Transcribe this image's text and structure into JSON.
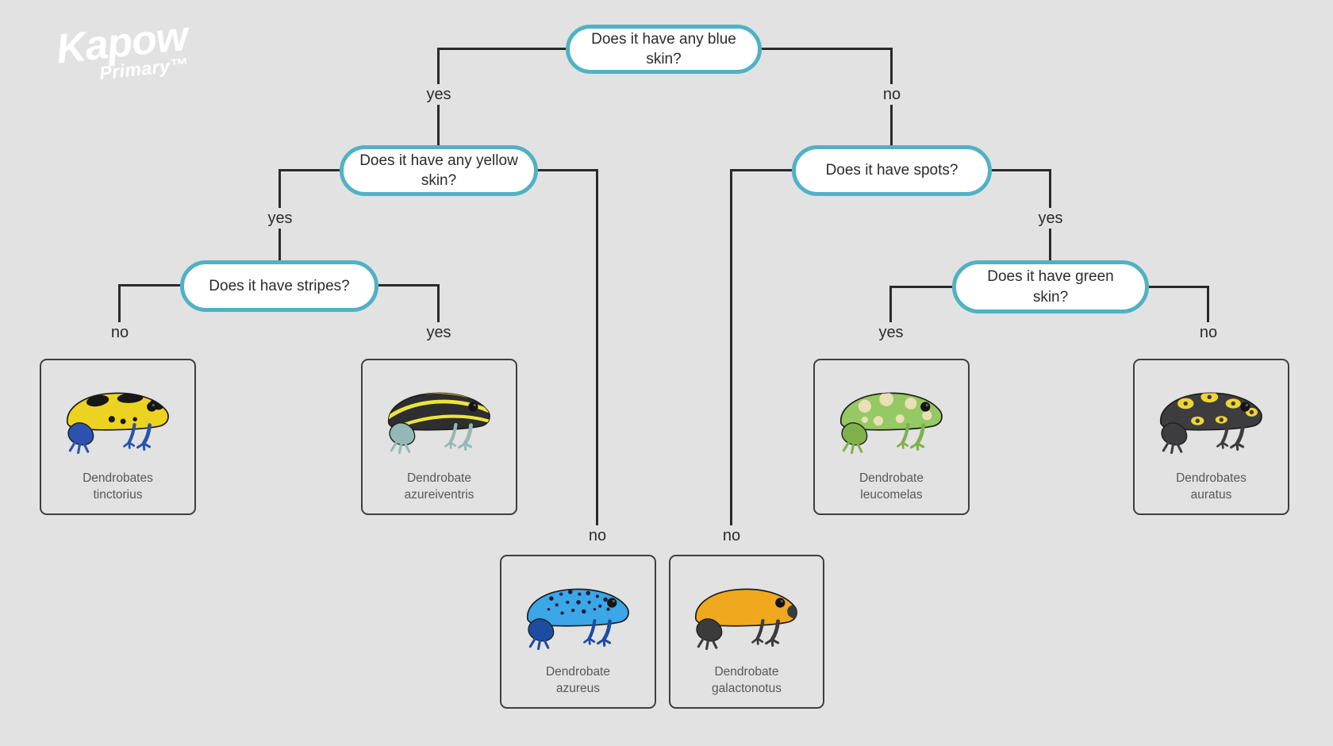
{
  "logo": {
    "brand": "Kapow",
    "sub": "Primary™"
  },
  "palette": {
    "background": "#e2e2e2",
    "node_border": "#4fb2c4",
    "node_fill": "#ffffff",
    "line": "#2a2a2a",
    "node_text": "#2b2b2b",
    "card_border": "#3f3f3f",
    "card_text": "#575757",
    "logo_text": "#ffffff"
  },
  "labels": {
    "yes": "yes",
    "no": "no"
  },
  "nodes": {
    "blue_skin": {
      "question": "Does it have any blue skin?"
    },
    "yellow_skin": {
      "question": "Does it have any yellow skin?"
    },
    "spots": {
      "question": "Does it have spots?"
    },
    "stripes": {
      "question": "Does it have stripes?"
    },
    "green_skin": {
      "question": "Does it have green skin?"
    }
  },
  "leaves": {
    "tinctorius": {
      "genus": "Dendrobates",
      "species": "tinctorius",
      "frog": {
        "body": "#edd321",
        "legs": "#2a52ae",
        "pattern": "blotches",
        "pattern_color": "#17171a"
      }
    },
    "azureiventris": {
      "genus": "Dendrobate",
      "species": "azureiventris",
      "frog": {
        "body": "#2e2e30",
        "legs": "#95b8b7",
        "pattern": "stripes",
        "pattern_color": "#ece43c"
      }
    },
    "azureus": {
      "genus": "Dendrobate",
      "species": "azureus",
      "frog": {
        "body": "#3ba6e8",
        "legs": "#1d4da0",
        "pattern": "spots",
        "pattern_color": "#0f1e35"
      }
    },
    "galactonotus": {
      "genus": "Dendrobate",
      "species": "galactonotus",
      "frog": {
        "body": "#f0a81f",
        "legs": "#3b3b3d",
        "pattern": "lowerdark",
        "pattern_color": "#3b3b3d"
      }
    },
    "leucomelas": {
      "genus": "Dendrobate",
      "species": "leucomelas",
      "frog": {
        "body": "#94c963",
        "legs": "#7fb04a",
        "pattern": "blobs",
        "pattern_color": "#eadfb6"
      }
    },
    "auratus": {
      "genus": "Dendrobates",
      "species": "auratus",
      "frog": {
        "body": "#3d3d3f",
        "legs": "#3d3d3f",
        "pattern": "rings",
        "pattern_color": "#f0d435"
      }
    }
  }
}
